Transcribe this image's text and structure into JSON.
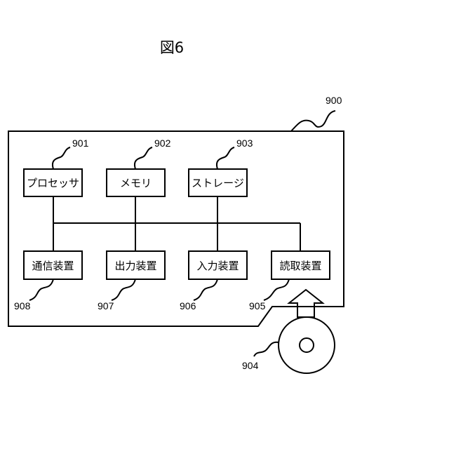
{
  "figure": {
    "title": "図6"
  },
  "device": {
    "ref": "900"
  },
  "components": {
    "processor": {
      "label": "プロセッサ",
      "ref": "901"
    },
    "memory": {
      "label": "メモリ",
      "ref": "902"
    },
    "storage": {
      "label": "ストレージ",
      "ref": "903"
    },
    "reader": {
      "label": "読取装置",
      "ref": "905"
    },
    "input": {
      "label": "入力装置",
      "ref": "906"
    },
    "output": {
      "label": "出力装置",
      "ref": "907"
    },
    "comm": {
      "label": "通信装置",
      "ref": "908"
    }
  },
  "medium": {
    "ref": "904"
  }
}
